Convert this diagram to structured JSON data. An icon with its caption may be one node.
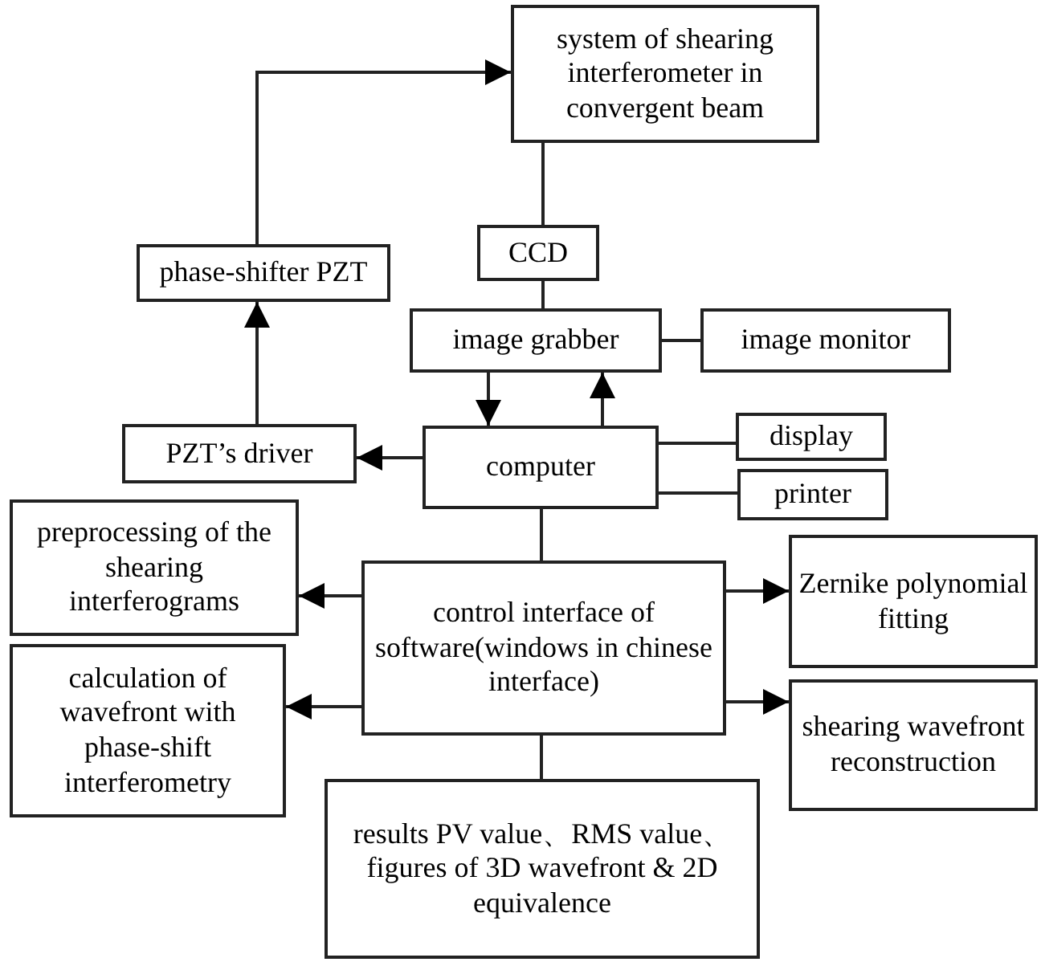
{
  "diagram": {
    "nodes": [
      {
        "text": [
          "system of shearing interferometer in convergent beam"
        ]
      },
      {
        "text": [
          "CCD"
        ]
      },
      {
        "text": [
          "image grabber"
        ]
      },
      {
        "text": [
          "image monitor"
        ]
      },
      {
        "text": [
          "phase-shifter PZT"
        ]
      },
      {
        "text": [
          "PZT’s driver"
        ]
      },
      {
        "text": [
          "computer"
        ]
      },
      {
        "text": [
          "display"
        ]
      },
      {
        "text": [
          "printer"
        ]
      },
      {
        "text": [
          "preprocessing of the shearing interferograms"
        ]
      },
      {
        "text": [
          "control interface of software(windows in chinese interface)"
        ]
      },
      {
        "text": [
          "Zernike polynomial fitting"
        ]
      },
      {
        "text": [
          "calculation of wavefront with phase-shift interferometry"
        ]
      },
      {
        "text": [
          "shearing wavefront reconstruction"
        ]
      },
      {
        "text": [
          "results PV value、RMS value、figures of 3D wavefront & 2D equivalence"
        ]
      }
    ],
    "edges": [
      {
        "from": 0,
        "to": 1,
        "arrow": "none"
      },
      {
        "from": 1,
        "to": 2,
        "arrow": "none"
      },
      {
        "from": 2,
        "to": 3,
        "arrow": "none"
      },
      {
        "from": 2,
        "to": 6,
        "arrow": "to"
      },
      {
        "from": 6,
        "to": 2,
        "arrow": "to"
      },
      {
        "from": 6,
        "to": 5,
        "arrow": "to"
      },
      {
        "from": 5,
        "to": 4,
        "arrow": "to"
      },
      {
        "from": 4,
        "to": 0,
        "arrow": "to"
      },
      {
        "from": 6,
        "to": 7,
        "arrow": "none"
      },
      {
        "from": 6,
        "to": 8,
        "arrow": "none"
      },
      {
        "from": 6,
        "to": 10,
        "arrow": "none"
      },
      {
        "from": 10,
        "to": 9,
        "arrow": "to"
      },
      {
        "from": 10,
        "to": 12,
        "arrow": "to"
      },
      {
        "from": 10,
        "to": 11,
        "arrow": "to"
      },
      {
        "from": 10,
        "to": 13,
        "arrow": "to"
      },
      {
        "from": 10,
        "to": 14,
        "arrow": "none"
      }
    ]
  }
}
